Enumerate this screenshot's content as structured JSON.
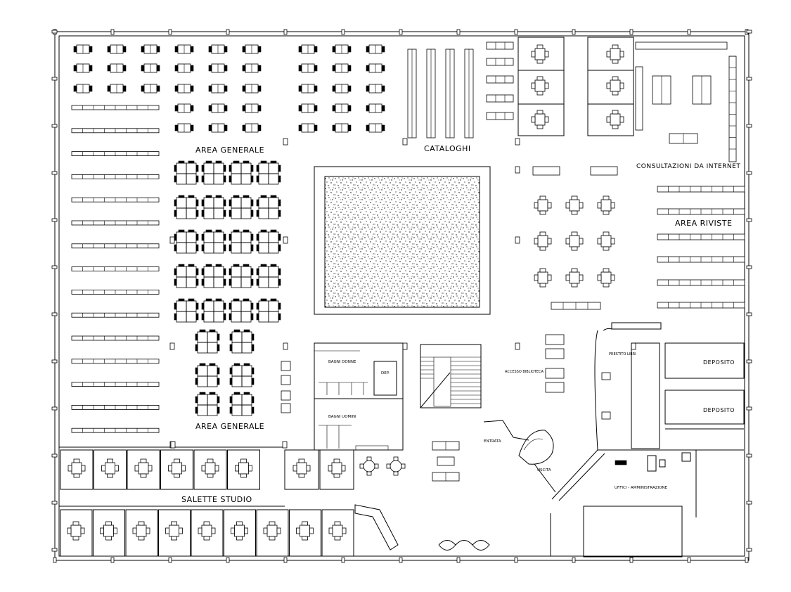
{
  "rooms": {
    "area_generale_top": "AREA GENERALE",
    "area_generale_bottom": "AREA GENERALE",
    "cataloghi": "CATALOGHI",
    "consultazioni": "CONSULTAZIONI DA INTERNET",
    "area_riviste": "AREA RIVISTE",
    "salette_studio": "SALETTE STUDIO",
    "bagni_donne": "BAGNI DONNE",
    "bagni_uomini": "BAGNI UOMINI",
    "deposito_1": "DEPOSITO",
    "deposito_2": "DEPOSITO",
    "accesso_biblioteca": "ACCESSO BIBLIOTECA",
    "entrata": "ENTRATA",
    "uscita": "USCITA",
    "prestito_libri": "PRESTITO LIBRI",
    "uffici": "UFFICI - AMMINISTRAZIONE",
    "dep": "DEP."
  },
  "colors": {
    "line": "#000000",
    "background": "#ffffff"
  }
}
